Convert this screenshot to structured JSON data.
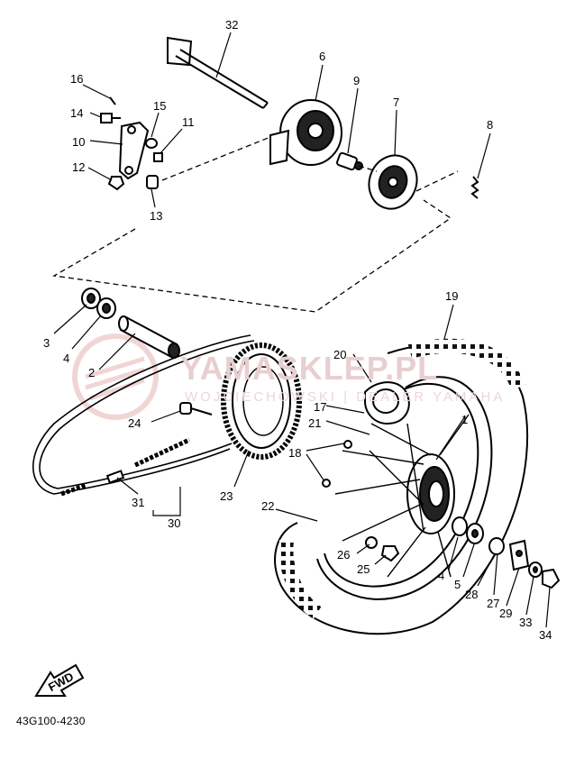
{
  "diagram": {
    "part_code": "43G100-4230",
    "fwd_label": "FWD",
    "watermark": {
      "brand": "YAMASKLEP.PL",
      "subtitle": "WOJCIECHOWSKI | DEALER YAMAHA"
    },
    "callouts": [
      "32",
      "6",
      "16",
      "14",
      "15",
      "9",
      "7",
      "8",
      "10",
      "11",
      "12",
      "13",
      "3",
      "4",
      "2",
      "19",
      "20",
      "17",
      "21",
      "24",
      "18",
      "1",
      "23",
      "22",
      "31",
      "30",
      "26",
      "25",
      "4",
      "5",
      "28",
      "27",
      "29",
      "33",
      "34"
    ],
    "colors": {
      "line": "#000000",
      "watermark": "#e8cfcf"
    }
  }
}
